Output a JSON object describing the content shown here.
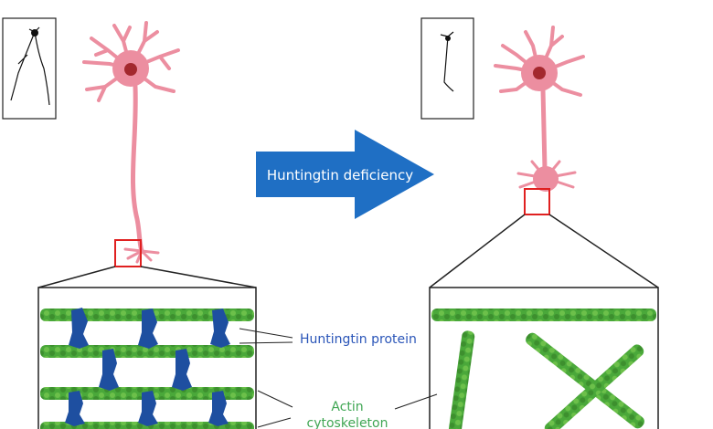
{
  "arrow": {
    "label": "Huntingtin deficiency",
    "color": "#1f6fc4"
  },
  "labels": {
    "huntingtin": "Huntingtin protein",
    "actin_line1": "Actin",
    "actin_line2": "cytoskeleton"
  },
  "colors": {
    "neuron": "#ec8ea0",
    "nucleus": "#a3282e",
    "actin": "#4aa83a",
    "protein": "#1e4fa0",
    "highlight": "#e02020",
    "huntingtin_text": "#2a55b8",
    "actin_text": "#3fa653"
  }
}
